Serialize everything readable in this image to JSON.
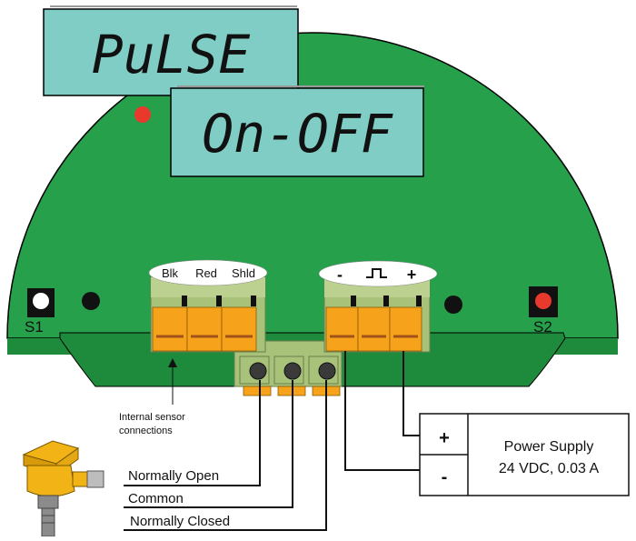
{
  "displays": {
    "top_text": "PuLSE",
    "bottom_text": "On-OFF"
  },
  "input_terminal": {
    "labels": [
      "Blk",
      "Red",
      "Shld"
    ],
    "annotation_line1": "Internal sensor",
    "annotation_line2": "connections"
  },
  "output_terminal": {
    "minus_label": "-",
    "pulse_symbol": "pulse-wave-icon",
    "plus_label": "+"
  },
  "switches": {
    "s1_label": "S1",
    "s2_label": "S2"
  },
  "power_supply": {
    "plus": "+",
    "minus": "-",
    "line1": "Power Supply",
    "line2": "24 VDC, 0.03 A"
  },
  "relay_outputs": [
    "Normally Open",
    "Common",
    "Normally Closed"
  ],
  "colors": {
    "board_green": "#26a04b",
    "board_dark_green": "#1e8a3c",
    "lcd_teal": "#7fcdc5",
    "terminal_block": "#a9c27a",
    "terminal_orange": "#f7a21b",
    "led_red": "#e8392c"
  }
}
